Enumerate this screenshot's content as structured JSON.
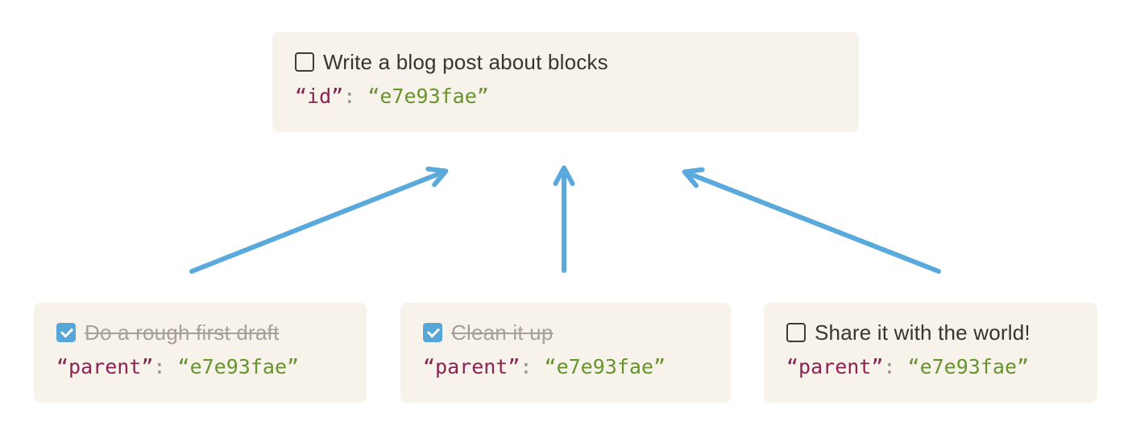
{
  "colors": {
    "box_background": "#f7f2ea",
    "task_text": "#37352f",
    "completed_text": "#a5a09a",
    "code_key": "#8b2252",
    "code_value": "#68942e",
    "code_punctuation": "#918f8a",
    "checkbox_checked_blue": "#57a6d8",
    "arrow_blue": "#59a9dc"
  },
  "parent_task": {
    "checked": false,
    "title": "Write a blog post about blocks",
    "code": {
      "key": "“id”",
      "separator": ": ",
      "value": "“e7e93fae”"
    }
  },
  "subtasks": [
    {
      "checked": true,
      "title": "Do a rough first draft",
      "code": {
        "key": "“parent”",
        "separator": ": ",
        "value": "“e7e93fae”"
      }
    },
    {
      "checked": true,
      "title": "Clean it up",
      "code": {
        "key": "“parent”",
        "separator": ": ",
        "value": "“e7e93fae”"
      }
    },
    {
      "checked": false,
      "title": "Share it with the world!",
      "code": {
        "key": "“parent”",
        "separator": ": ",
        "value": "“e7e93fae”"
      }
    }
  ]
}
